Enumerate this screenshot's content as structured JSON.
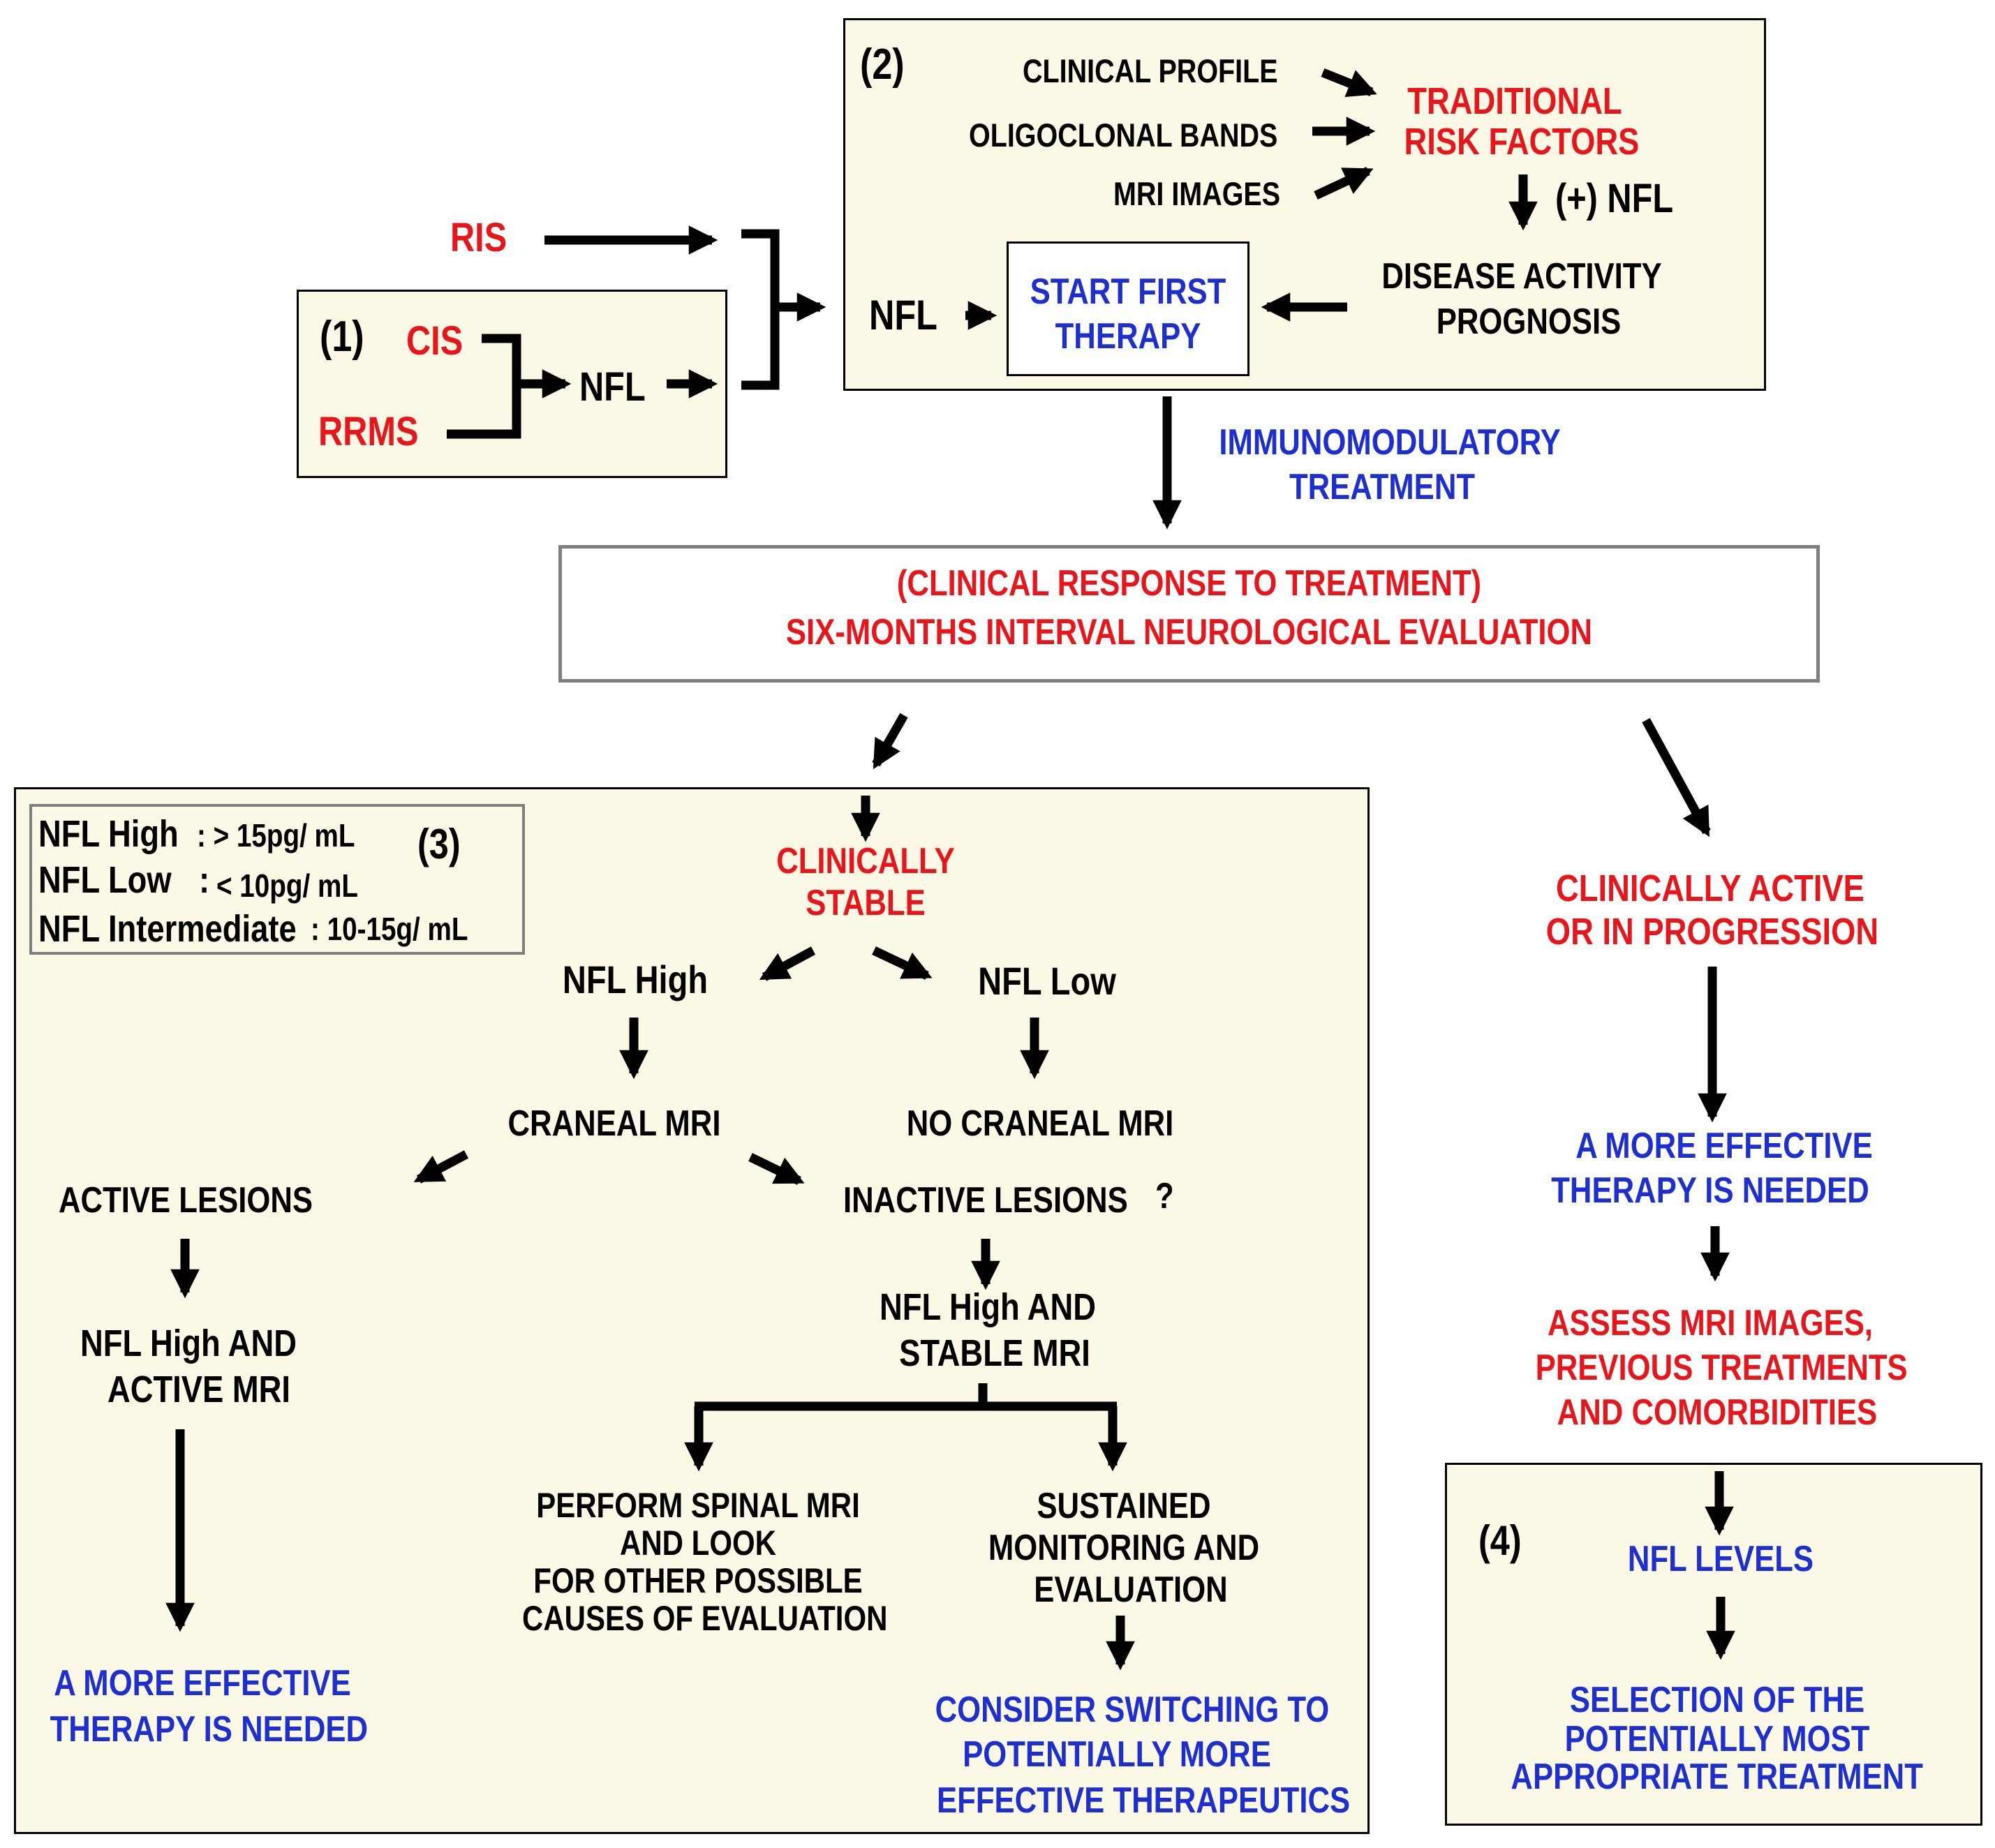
{
  "colors": {
    "panel_fill": "#fbf8e6",
    "red": "#e8151b",
    "blue": "#1d2fd0",
    "black": "#000000",
    "box_border": "#7f7f7f"
  },
  "box1": {
    "label": "(1)",
    "cis": "CIS",
    "rrms": "RRMS",
    "nfl": "NFL"
  },
  "ris": "RIS",
  "box2": {
    "label": "(2)",
    "clinical_profile": "CLINICAL PROFILE",
    "oligoclonal_bands": "OLIGOCLONAL BANDS",
    "mri_images": "MRI IMAGES",
    "traditional_risk_1": "TRADITIONAL",
    "traditional_risk_2": "RISK FACTORS",
    "plus_nfl": "(+) NFL",
    "nfl": "NFL",
    "start_therapy_1": "START FIRST",
    "start_therapy_2": "THERAPY",
    "disease_activity_1": "DISEASE ACTIVITY",
    "disease_activity_2": "PROGNOSIS"
  },
  "immunomodulatory_1": "IMMUNOMODULATORY",
  "immunomodulatory_2": "TREATMENT",
  "evaluation": {
    "line1": "(CLINICAL RESPONSE TO TREATMENT)",
    "line2": "SIX-MONTHS INTERVAL NEUROLOGICAL EVALUATION"
  },
  "box3": {
    "label": "(3)",
    "legend": {
      "high_label": "NFL High",
      "high_value": ": > 15pg/ mL",
      "low_label": "NFL Low",
      "low_value1": ":",
      "low_value2": "< 10pg/ mL",
      "inter_label": "NFL Intermediate",
      "inter_value": ": 10-15g/ mL"
    },
    "clinically_stable_1": "CLINICALLY",
    "clinically_stable_2": "STABLE",
    "nfl_high": "NFL High",
    "nfl_low": "NFL Low",
    "craneal_mri": "CRANEAL MRI",
    "no_craneal_mri": "NO CRANEAL MRI",
    "active_lesions": "ACTIVE LESIONS",
    "inactive_lesions": "INACTIVE LESIONS",
    "question": "?",
    "nfl_high_active_1": "NFL High AND",
    "nfl_high_active_2": "ACTIVE MRI",
    "nfl_high_stable_1": "NFL High AND",
    "nfl_high_stable_2": "STABLE MRI",
    "more_effective_1": "A MORE EFFECTIVE",
    "more_effective_2": "THERAPY IS NEEDED",
    "spinal_1": "PERFORM SPINAL MRI",
    "spinal_2": "AND LOOK",
    "spinal_3": "FOR OTHER POSSIBLE",
    "spinal_4": "CAUSES OF EVALUATION",
    "sustained_1": "SUSTAINED",
    "sustained_2": "MONITORING AND",
    "sustained_3": "EVALUATION",
    "switch_1": "CONSIDER SWITCHING TO",
    "switch_2": "POTENTIALLY MORE",
    "switch_3": "EFFECTIVE THERAPEUTICS"
  },
  "right": {
    "active_1": "CLINICALLY ACTIVE",
    "active_2": "OR IN PROGRESSION",
    "more_effective_1": "A MORE EFFECTIVE",
    "more_effective_2": "THERAPY IS NEEDED",
    "assess_1": "ASSESS  MRI IMAGES,",
    "assess_2": "PREVIOUS TREATMENTS",
    "assess_3": "AND COMORBIDITIES"
  },
  "box4": {
    "label": "(4)",
    "nfl_levels": "NFL LEVELS",
    "selection_1": "SELECTION OF THE",
    "selection_2": "POTENTIALLY  MOST",
    "selection_3": "APPROPRIATE  TREATMENT"
  }
}
